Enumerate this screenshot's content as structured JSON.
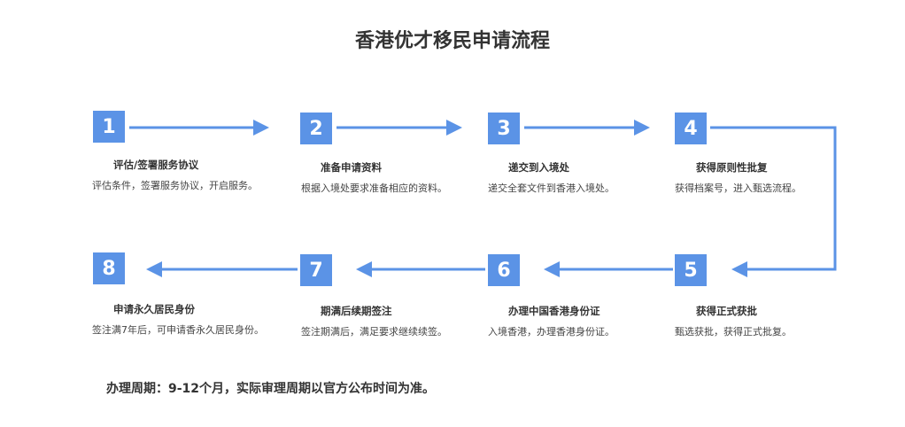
{
  "title": "香港优才移民申请流程",
  "accent_color": "#5b93e6",
  "steps": [
    {
      "num": "1",
      "title": "评估/签署服务协议",
      "desc": "评估条件，签署服务协议，开启服务。"
    },
    {
      "num": "2",
      "title": "准备申请资料",
      "desc": "根据入境处要求准备相应的资料。"
    },
    {
      "num": "3",
      "title": "递交到入境处",
      "desc": "递交全套文件到香港入境处。"
    },
    {
      "num": "4",
      "title": "获得原则性批复",
      "desc": "获得档案号，进入甄选流程。"
    },
    {
      "num": "5",
      "title": "获得正式获批",
      "desc": "甄选获批，获得正式批复。"
    },
    {
      "num": "6",
      "title": "办理中国香港身份证",
      "desc": "入境香港，办理香港身份证。"
    },
    {
      "num": "7",
      "title": "期满后续期签注",
      "desc": "签注期满后，满足要求继续续签。"
    },
    {
      "num": "8",
      "title": "申请永久居民身份",
      "desc": "签注满7年后，可申请香永久居民身份。"
    }
  ],
  "footer": "办理周期：9-12个月，实际审理周期以官方公布时间为准。"
}
